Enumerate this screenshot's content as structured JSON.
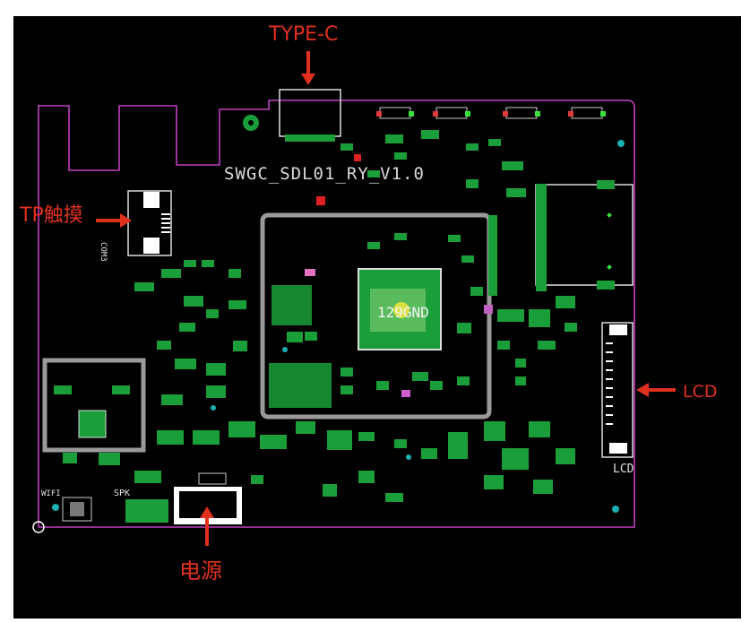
{
  "annotations": {
    "type_c": "TYPE-C",
    "tp_touch": "TP触摸",
    "lcd": "LCD",
    "power": "电源"
  },
  "silkscreen": {
    "board_name": "SWGC_SDL01_RY_V1.0",
    "chip_label": "129GND",
    "wifi": "WIFI",
    "spk": "SPK",
    "lcd_connector": "LCD",
    "com_tp": "COM3"
  },
  "colors": {
    "background": "#000000",
    "board_outline": "#c040c0",
    "copper_pad": "#1a9e3a",
    "silkscreen": "#d8d8d8",
    "keepout": "#a8a8a8",
    "annotation": "#e0301e"
  }
}
